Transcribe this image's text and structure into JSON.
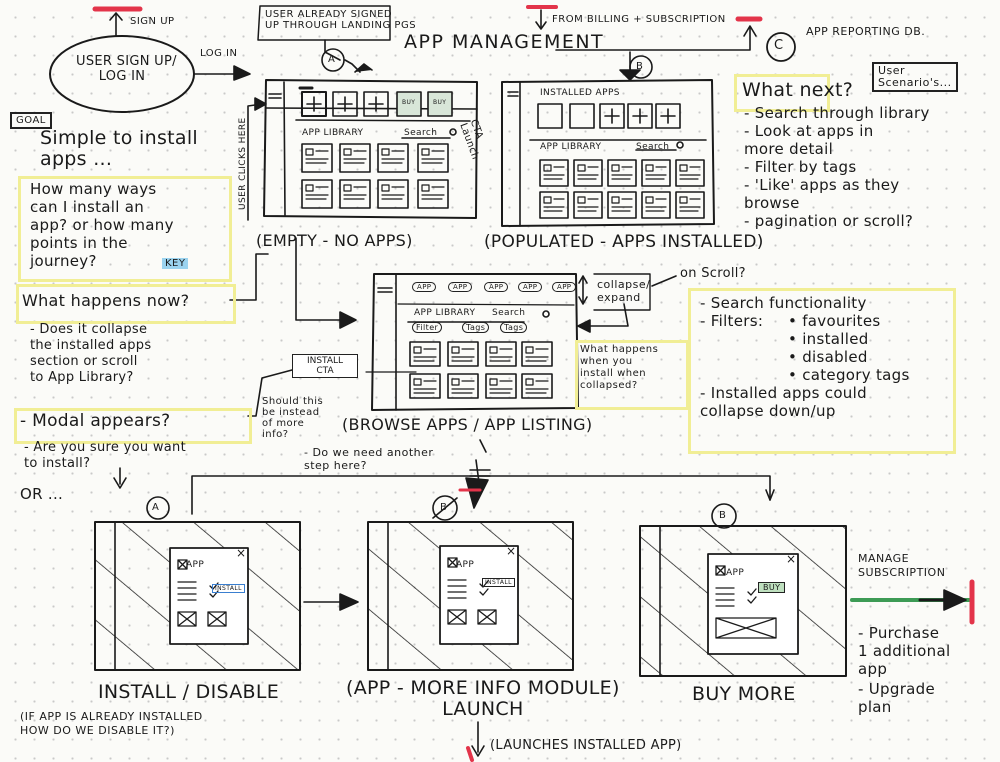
{
  "title": "APP MANAGEMENT",
  "top": {
    "sign_up": "SIGN UP",
    "user_node": [
      "USER SIGN UP/",
      "LOG IN"
    ],
    "log_in": "LOG IN",
    "already_signed": [
      "USER ALREADY SIGNED",
      "UP THROUGH LANDING PGS"
    ],
    "from_billing": "FROM BILLING + SUBSCRIPTION",
    "app_reporting": "APP REPORTING DB.",
    "markers": {
      "a": "A",
      "b": "B",
      "c": "C"
    }
  },
  "left": {
    "goal_tag": "GOAL",
    "goal_text": [
      "Simple to install",
      "apps ..."
    ],
    "question": [
      "How many ways",
      "can I install an",
      "app? or how many",
      "points in the",
      "journey?"
    ],
    "key": "KEY",
    "what_now": "What happens now?",
    "collapse_q": [
      "- Does it collapse",
      "the installed apps",
      "section or scroll",
      "to App Library?"
    ],
    "modal": "- Modal appears?",
    "are_you_sure": [
      "- Are you sure you want",
      "to install?"
    ],
    "or": "OR ..."
  },
  "screens": {
    "user_clicks": "USER CLICKS HERE",
    "cta_launch": [
      "CTA",
      "Launch"
    ],
    "app_library": "APP LIBRARY",
    "search": "Search",
    "installed_apps": "INSTALLED APPS",
    "buy": "BUY",
    "empty_label": "(EMPTY - NO APPS)",
    "populated_label": "(POPULATED - APPS INSTALLED)",
    "app_pill": "APP",
    "filter": "Filter",
    "tags": "Tags",
    "browse_label": "(BROWSE APPS / APP LISTING)",
    "collapse": [
      "collapse/",
      "expand"
    ],
    "on_scroll": "on Scroll?",
    "install_cta": [
      "INSTALL",
      "CTA"
    ],
    "what_happen": [
      "What happens",
      "when you",
      "install when",
      "collapsed?"
    ],
    "instead": [
      "Should this",
      "be instead",
      "of more",
      "info?"
    ],
    "another_step": [
      "- Do we need another",
      "step here?"
    ]
  },
  "right": {
    "scenarios": [
      "User",
      "Scenario's..."
    ],
    "what_next": "What next?",
    "next_list": [
      "- Search through library",
      "- Look at apps in",
      "  more detail",
      "- Filter by tags",
      "- 'Like' apps as they",
      "  browse",
      "- pagination or scroll?"
    ],
    "features": [
      "- Search functionality",
      "- Filters:",
      "• favourites",
      "• installed",
      "• disabled",
      "• category tags",
      "- Installed apps could",
      "  collapse down/up"
    ]
  },
  "modals": {
    "app": "APP",
    "install_btn": "INSTALL",
    "buy_btn": "BUY",
    "close": "×",
    "install_label": "INSTALL / DISABLE",
    "install_note": [
      "(IF APP IS ALREADY INSTALLED",
      "HOW DO WE DISABLE IT?)"
    ],
    "more_info_label": [
      "(APP - MORE INFO MODULE)",
      "LAUNCH"
    ],
    "launches": "(LAUNCHES INSTALLED APP)",
    "buy_label": "BUY MORE",
    "manage": [
      "MANAGE",
      "SUBSCRIPTION"
    ],
    "purchase": [
      "- Purchase",
      "1 additional",
      "app"
    ],
    "upgrade": [
      "- Upgrade",
      "plan"
    ]
  }
}
